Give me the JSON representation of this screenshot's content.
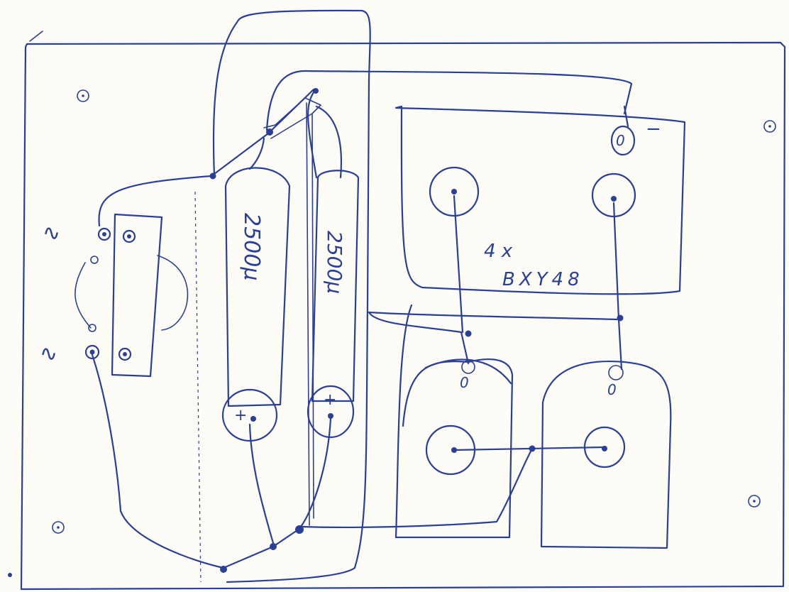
{
  "labels": {
    "cap_left": "2500μ",
    "cap_right": "2500μ",
    "cap_left_plus": "+",
    "cap_right_plus": "+",
    "rect_count": "4 x",
    "rect_part": "BXY48",
    "sock_top": "0",
    "sock_bl": "0",
    "sock_br": "0",
    "ac_top": "∿",
    "ac_bottom": "∿",
    "minus": "−"
  },
  "colors": {
    "ink": "#2a3f96",
    "paper": "#fdfcf6"
  }
}
